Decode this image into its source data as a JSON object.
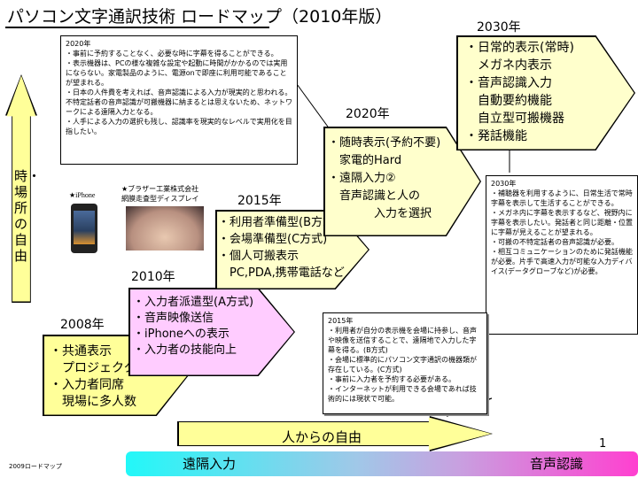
{
  "title": "パソコン文字通訳技術 ロードマップ（2010年版）",
  "vertical_axis": "時・場所の自由",
  "horizontal_axis": "人からの自由",
  "gradient_bar": {
    "left": "遠隔入力",
    "right": "音声認識"
  },
  "footer": "2009ロードマップ",
  "page_number": "1",
  "images": {
    "iphone_label": "★iPhone",
    "display_label_1": "★ブラザー工業株式会社",
    "display_label_2": "網膜走査型ディスプレイ"
  },
  "stages": [
    {
      "year": "2008年",
      "lines": [
        "・共通表示",
        "　プロジェクタ",
        "・入力者同席",
        "　現場に多人数"
      ],
      "color": "#ffff99"
    },
    {
      "year": "2010年",
      "lines": [
        "・入力者派遣型(A方式)",
        "・音声映像送信",
        "・iPhoneへの表示",
        "・入力者の技能向上"
      ],
      "color": "#ffccff"
    },
    {
      "year": "2015年",
      "lines": [
        "・利用者準備型(B方式)",
        "・会場準備型(C方式)",
        "・個人可搬表示",
        "　PC,PDA,携帯電話など"
      ],
      "color": "#ffffcc"
    },
    {
      "year": "2020年",
      "lines": [
        "・随時表示(予約不要)",
        "　家電的Hard",
        "・遠隔入力②",
        "　音声認識と人の",
        "　　　　入力を選択"
      ],
      "color": "#ffffcc"
    },
    {
      "year": "2030年",
      "lines": [
        "・日常的表示(常時)",
        "　メガネ内表示",
        "・音声認識入力",
        "　自動要約機能",
        "　自立型可搬機器",
        "・発話機能"
      ],
      "color": "#ffffcc"
    }
  ],
  "notes": [
    {
      "lines": [
        "2020年",
        "・事前に予約することなく、必要な時に字幕を得ることができる。",
        "・表示機器は、PCの様な複雑な設定や起動に時間がかかるのでは実用にならない。家電製品のように、電源onで即座に利用可能であることが望まれる。",
        "・日本の人件費を考えれば、音声認識による入力が現実的と思われる。不特定話者の音声認識が可搬機器に納まるとは思えないため、ネットワークによる遠隔入力となる。",
        "・人手による入力の選択も残し、認識率を現実的なレベルで実用化を目指したい。"
      ]
    },
    {
      "lines": [
        "2030年",
        "・補聴器を利用するように、日常生活で常時字幕を表示して生活することができる。",
        "・メガネ内に字幕を表示するなど、視野内に字幕を表示したい。発話者と同じ距離・位置に字幕が見えることが望まれる。",
        "・可搬の不特定話者の音声認識が必要。",
        "・相互コミュニケーションのために発話機能が必要。片手で高速入力が可能な入力ディバイス(データグローブなど)が必要。"
      ]
    },
    {
      "lines": [
        "2015年",
        "・利用者が自分の表示機を会場に持参し、音声や映像を送信することで、遠隔地で入力した字幕を得る。(B方式)",
        "・会場に標準的にパソコン文字通訳の機器類が存在している。(C方式)",
        "・事前に入力者を予約する必要がある。",
        "・インターネットが利用できる会場であれば技術的には現状で可能。"
      ]
    }
  ]
}
